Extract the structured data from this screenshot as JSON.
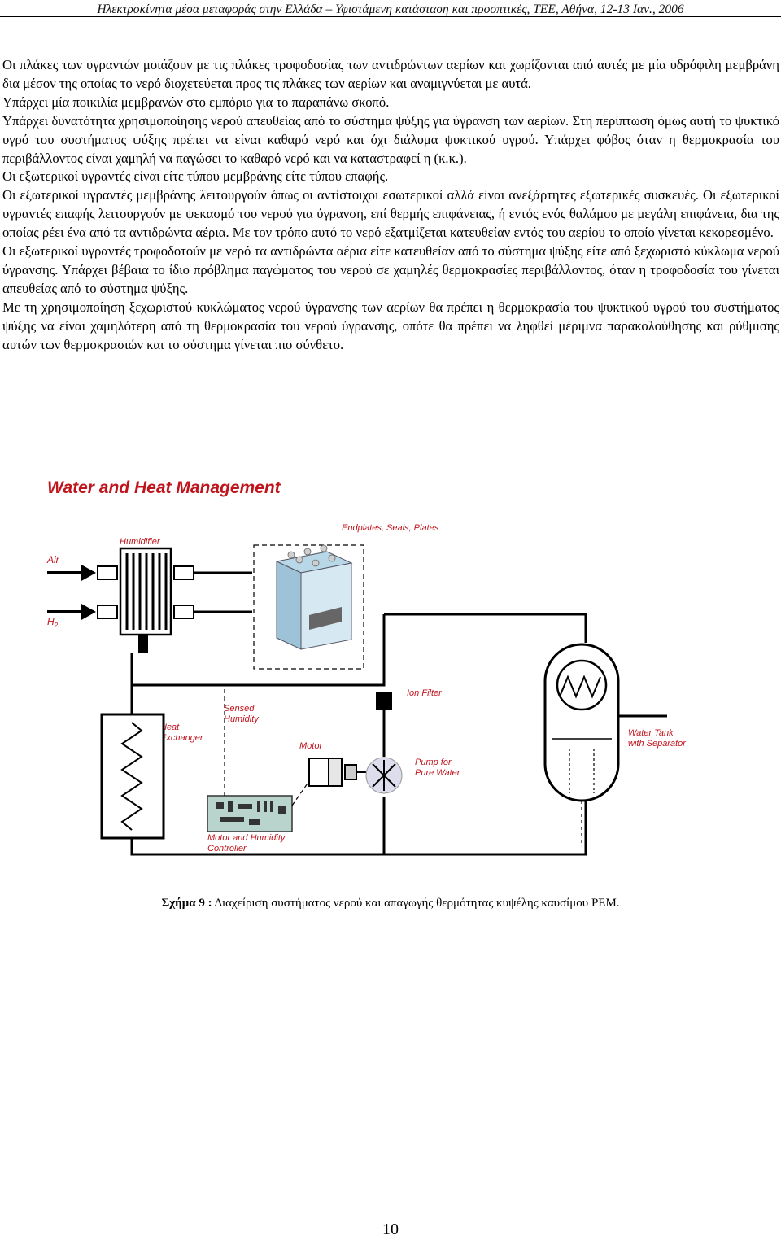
{
  "header": {
    "running_title": "Ηλεκτροκίνητα μέσα μεταφοράς στην Ελλάδα – Υφιστάμενη κατάσταση και προοπτικές, ΤΕΕ, Αθήνα, 12-13 Ιαν., 2006"
  },
  "paragraphs": [
    "Οι πλάκες των υγραντών μοιάζουν με τις πλάκες τροφοδοσίας των αντιδρώντων αερίων και χωρίζονται από αυτές με μία υδρόφιλη μεμβράνη δια μέσον της οποίας το νερό διοχετεύεται προς τις πλάκες των αερίων και αναμιγνύεται με αυτά.",
    "Υπάρχει μία ποικιλία μεμβρανών στο εμπόριο για το παραπάνω σκοπό.",
    "Υπάρχει δυνατότητα χρησιμοποίησης νερού απευθείας από το σύστημα ψύξης για ύγρανση των αερίων. Στη περίπτωση όμως αυτή το ψυκτικό υγρό του συστήματος ψύξης πρέπει να είναι καθαρό νερό και όχι διάλυμα ψυκτικού υγρού. Υπάρχει φόβος όταν η θερμοκρασία του περιβάλλοντος είναι χαμηλή να παγώσει το καθαρό νερό και να καταστραφεί η (κ.κ.).",
    "Οι εξωτερικοί υγραντές είναι είτε τύπου μεμβράνης είτε τύπου επαφής.",
    "Οι εξωτερικοί υγραντές μεμβράνης λειτουργούν όπως οι αντίστοιχοι εσωτερικοί αλλά είναι ανεξάρτητες εξωτερικές συσκευές. Οι εξωτερικοί υγραντές επαφής λειτουργούν με ψεκασμό του νερού για ύγρανση, επί θερμής επιφάνειας, ή εντός ενός θαλάμου με μεγάλη επιφάνεια, δια της οποίας ρέει ένα από τα αντιδρώντα αέρια. Με τον τρόπο αυτό το νερό εξατμίζεται κατευθείαν εντός του αερίου το οποίο γίνεται κεκορεσμένο.",
    "Οι εξωτερικοί υγραντές τροφοδοτούν με νερό τα αντιδρώντα αέρια είτε κατευθείαν από το σύστημα ψύξης είτε από ξεχωριστό κύκλωμα νερού ύγρανσης. Υπάρχει βέβαια το ίδιο πρόβλημα παγώματος του νερού σε χαμηλές θερμοκρασίες περιβάλλοντος, όταν η τροφοδοσία του γίνεται απευθείας από το σύστημα ψύξης.",
    "Με τη χρησιμοποίηση ξεχωριστού κυκλώματος νερού ύγρανσης των αερίων θα πρέπει η θερμοκρασία του ψυκτικού υγρού του συστήματος ψύξης να είναι χαμηλότερη από τη θερμοκρασία του νερού ύγρανσης, οπότε θα πρέπει να ληφθεί μέριμνα παρακολούθησης και ρύθμισης αυτών των θερμοκρασιών και το σύστημα γίνεται πιο σύνθετο."
  ],
  "figure": {
    "title": "Water and Heat Management",
    "labels": {
      "humidifier": "Humidifier",
      "air": "Air",
      "h2_main": "H",
      "h2_sub": "2",
      "endplates": "Endplates, Seals, Plates",
      "ion_filter": "Ion Filter",
      "sensed_humidity_1": "Sensed",
      "sensed_humidity_2": "Humidity",
      "heat_exchanger_1": "Heat",
      "heat_exchanger_2": "Exchanger",
      "motor": "Motor",
      "pump_1": "Pump for",
      "pump_2": "Pure Water",
      "water_tank_1": "Water Tank",
      "water_tank_2": "with Separator",
      "controller_1": "Motor and Humidity",
      "controller_2": "Controller"
    },
    "colors": {
      "title": "#c0141c",
      "labels": "#c0141c",
      "lines": "#000000"
    }
  },
  "caption": {
    "label": "Σχήμα 9 :",
    "text": " Διαχείριση συστήματος νερού και απαγωγής θερμότητας κυψέλης καυσίμου PEM."
  },
  "page_number": "10"
}
